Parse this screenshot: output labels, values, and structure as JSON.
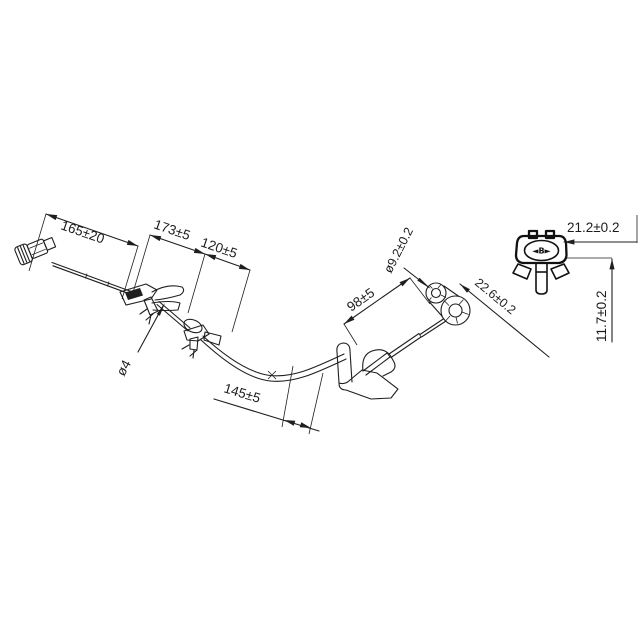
{
  "drawing": {
    "background": "#ffffff",
    "line_color": "#1f1f1f",
    "dimensions": {
      "connector_lead_length": "165±20",
      "segment_to_clip1": "173±5",
      "segment_to_clip2": "120±5",
      "cable_diameter": "ø4",
      "segment_to_bracket": "145±5",
      "probe_length": "98±5",
      "grommet_hole_diameter": "ø9.2±0.2",
      "grommet_outer_diameter": "22.6±0.2",
      "sensor_head_width": "21.2±0.2",
      "sensor_head_height": "11.7±0.2"
    },
    "markings": {
      "sensor_face_marking": "◄B►",
      "cable_reference_mark": "×"
    }
  }
}
